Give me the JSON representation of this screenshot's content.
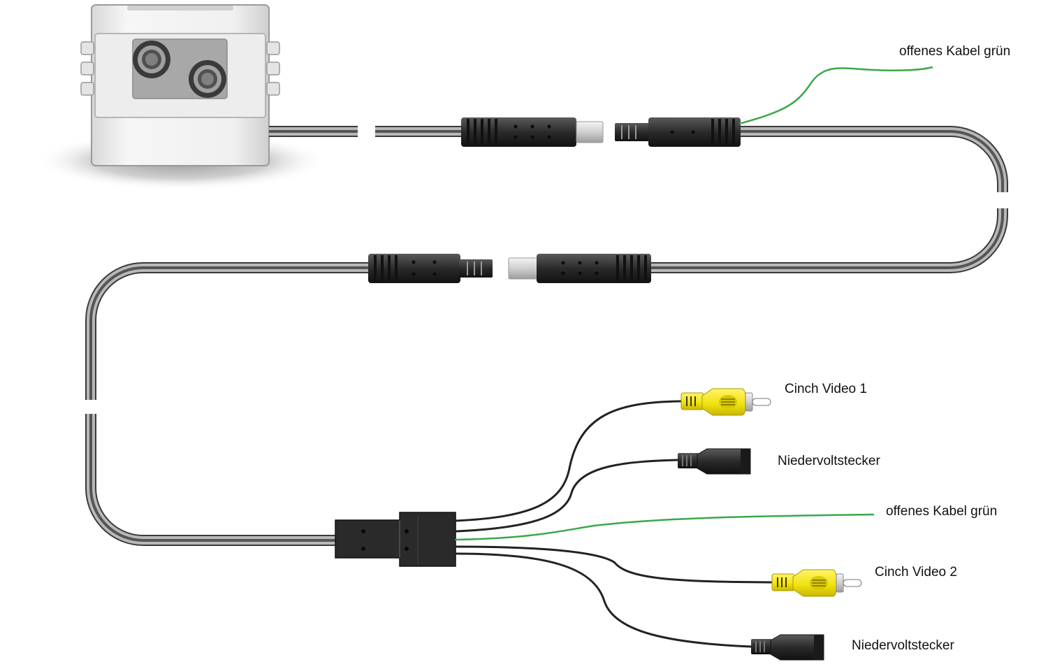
{
  "labels": {
    "green_wire_top": "offenes Kabel grün",
    "cinch_video_1": "Cinch Video 1",
    "low_voltage_plug_1": "Niedervoltstecker",
    "green_wire_mid": "offenes Kabel grün",
    "cinch_video_2": "Cinch Video 2",
    "low_voltage_plug_2": "Niedervoltstecker"
  },
  "colors": {
    "cable": "#3a3a3a",
    "cable_highlight": "#b8b8b8",
    "connector": "#2b2b2b",
    "rca_yellow": "#f2e313",
    "green_wire": "#3aa84a",
    "camera_housing": "#e6e6e6"
  }
}
